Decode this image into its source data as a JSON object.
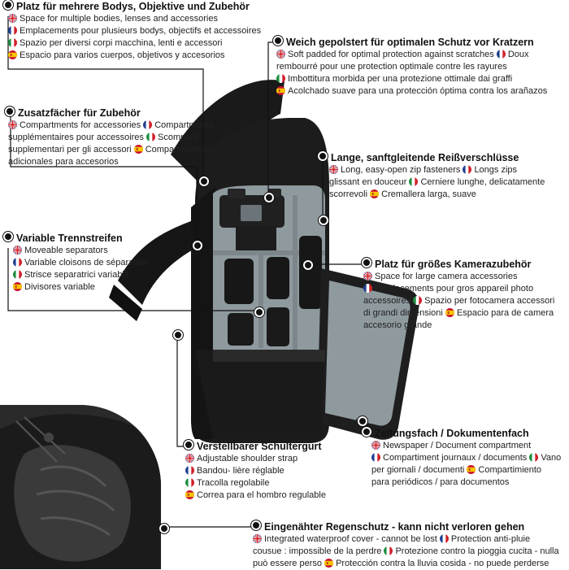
{
  "callouts": {
    "bodies": {
      "title": "Platz für mehrere Bodys, Objektive und Zubehör",
      "en": "Space for multiple bodies, lenses and accessories",
      "fr": "Emplacements pour plusieurs bodys, objectifs et accessoires",
      "it": "Spazio per diversi corpi macchina, lenti e accessori",
      "es": "Espacio para varios cuerpos, objetivos y accesorios"
    },
    "padded": {
      "title": "Weich gepolstert für optimalen Schutz vor Kratzern",
      "line1": "Soft padded for optimal protection against scratches",
      "line1b": "Doux",
      "line2": "rembourré pour une protection optimale contre les rayures",
      "line3": "Imbottitura morbida per una protezione ottimale dai graffi",
      "line4": "Acolchado suave para una protección óptima contra los arañazos"
    },
    "compartments": {
      "title": "Zusatzfächer für Zubehör",
      "line1a": "Compartments for accessories",
      "line1b": "Compartments",
      "line2a": "supplémentaires pour accessoires",
      "line2b": "Scomparti",
      "line3a": "supplementari per gli accessori",
      "line3b": "Compartimientos",
      "line4": "adicionales para accesorios"
    },
    "zips": {
      "title": "Lange, sanftgleitende Reißverschlüsse",
      "line1a": "Long, easy-open zip fasteners",
      "line1b": "Longs zips",
      "line2a": "glissant en douceur",
      "line2b": "Cerniere lunghe, delicatamente",
      "line3a": "scorrevoli",
      "line3b": "Cremallera larga, suave"
    },
    "separators": {
      "title": "Variable Trennstreifen",
      "en": "Moveable separators",
      "fr": "Variable cloisons de séparation",
      "it": "Strisce separatrici variabili",
      "es": "Divisores variable"
    },
    "large": {
      "title": "Platz für größes Kamerazubehör",
      "line1": "Space for large camera accessories",
      "line2": "Emplacements pour gros appareil photo",
      "line3a": "accessoires",
      "line3b": "Spazio per fotocamera accessori",
      "line4a": "di grandi dimensioni",
      "line4b": "Espacio para de camera",
      "line5": "accesorio grande"
    },
    "newspaper": {
      "title": "Zeitungsfach / Dokumentenfach",
      "line1": "Newspaper / Document compartment",
      "line2a": "Compartiment journaux / documents",
      "line2b": "Vano",
      "line3a": "per giornali / documenti",
      "line3b": "Compartimiento",
      "line4": "para periódicos / para documentos"
    },
    "strap": {
      "title": "Verstellbarer Schultergurt",
      "en": "Adjustable shoulder strap",
      "fr": "Bandou- lière réglable",
      "it": "Tracolla regolabile",
      "es": "Correa para el hombro regulable"
    },
    "rain": {
      "title": "Eingenähter Regenschutz - kann nicht verloren gehen",
      "line1a": "Integrated waterproof cover - cannot be lost",
      "line1b": "Protection anti-pluie",
      "line2a": "cousue : impossible de la perdre",
      "line2b": "Protezione contro la pioggia cucita - nulla",
      "line3a": "può essere perso",
      "line3b": "Protección contra la lluvia cosida - no puede perderse"
    }
  },
  "colors": {
    "line": "#111111",
    "text": "#222222",
    "bag": "#1c1c1c",
    "lining": "#8f9a9f"
  }
}
